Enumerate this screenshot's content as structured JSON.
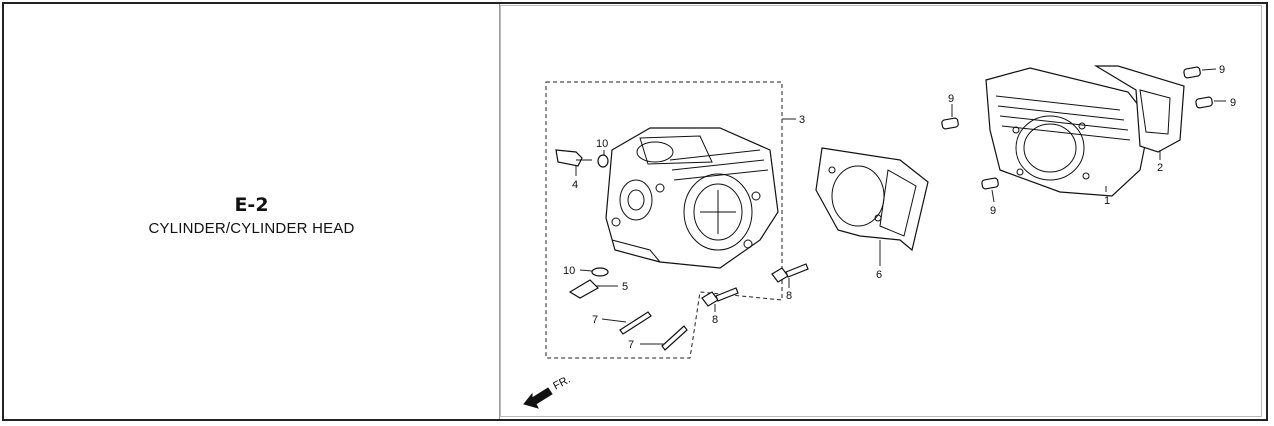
{
  "section": {
    "code": "E-2",
    "title": "CYLINDER/CYLINDER HEAD"
  },
  "callouts": [
    "1",
    "2",
    "3",
    "4",
    "5",
    "6",
    "7",
    "7",
    "8",
    "8",
    "9",
    "9",
    "9",
    "9",
    "10",
    "10"
  ],
  "direction_label": "FR."
}
